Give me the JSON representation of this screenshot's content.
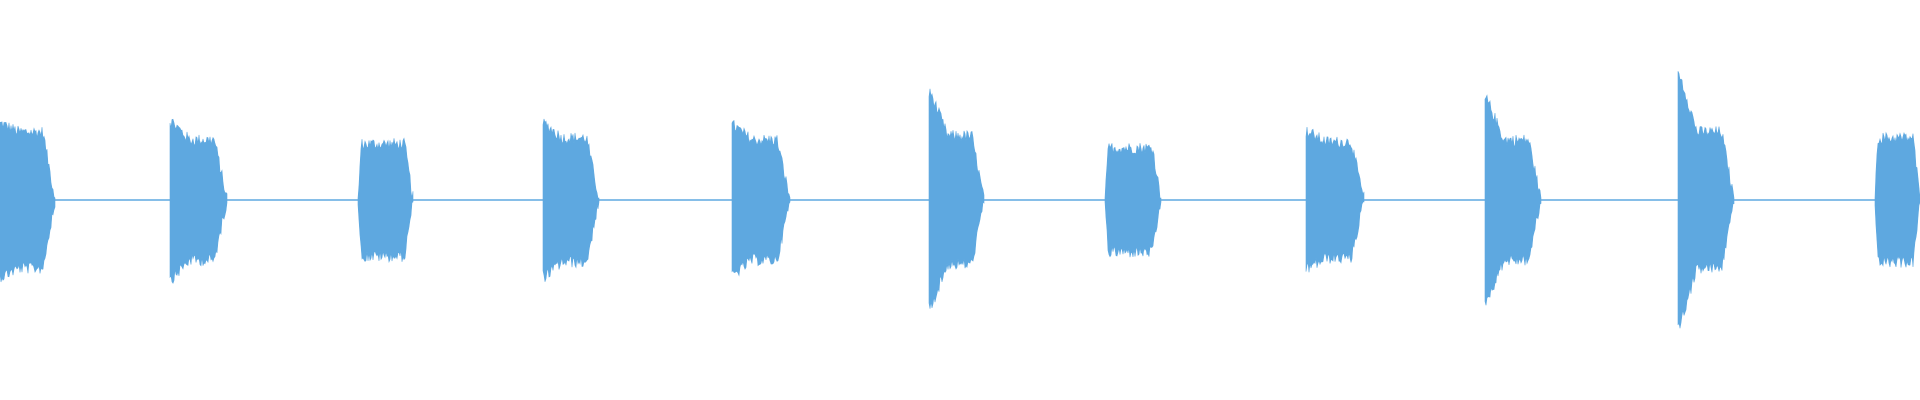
{
  "colors": {
    "background": "#ffffff",
    "waveform": "#5ea8e0"
  },
  "waveform": {
    "baseline_amplitude": 0.01,
    "bursts": [
      {
        "index": 1,
        "peak": 0.38,
        "sustain": 0.34,
        "shape": "decay"
      },
      {
        "index": 2,
        "peak": 0.39,
        "sustain": 0.3,
        "shape": "decay"
      },
      {
        "index": 3,
        "peak": 0.3,
        "sustain": 0.28,
        "shape": "flat"
      },
      {
        "index": 4,
        "peak": 0.38,
        "sustain": 0.31,
        "shape": "decay"
      },
      {
        "index": 5,
        "peak": 0.37,
        "sustain": 0.3,
        "shape": "decay"
      },
      {
        "index": 6,
        "peak": 0.53,
        "sustain": 0.32,
        "shape": "decay"
      },
      {
        "index": 7,
        "peak": 0.28,
        "sustain": 0.26,
        "shape": "flat"
      },
      {
        "index": 8,
        "peak": 0.34,
        "sustain": 0.29,
        "shape": "decay"
      },
      {
        "index": 9,
        "peak": 0.5,
        "sustain": 0.3,
        "shape": "decay"
      },
      {
        "index": 10,
        "peak": 0.62,
        "sustain": 0.34,
        "shape": "decay"
      },
      {
        "index": 11,
        "peak": 0.32,
        "sustain": 0.31,
        "shape": "flat"
      }
    ]
  }
}
